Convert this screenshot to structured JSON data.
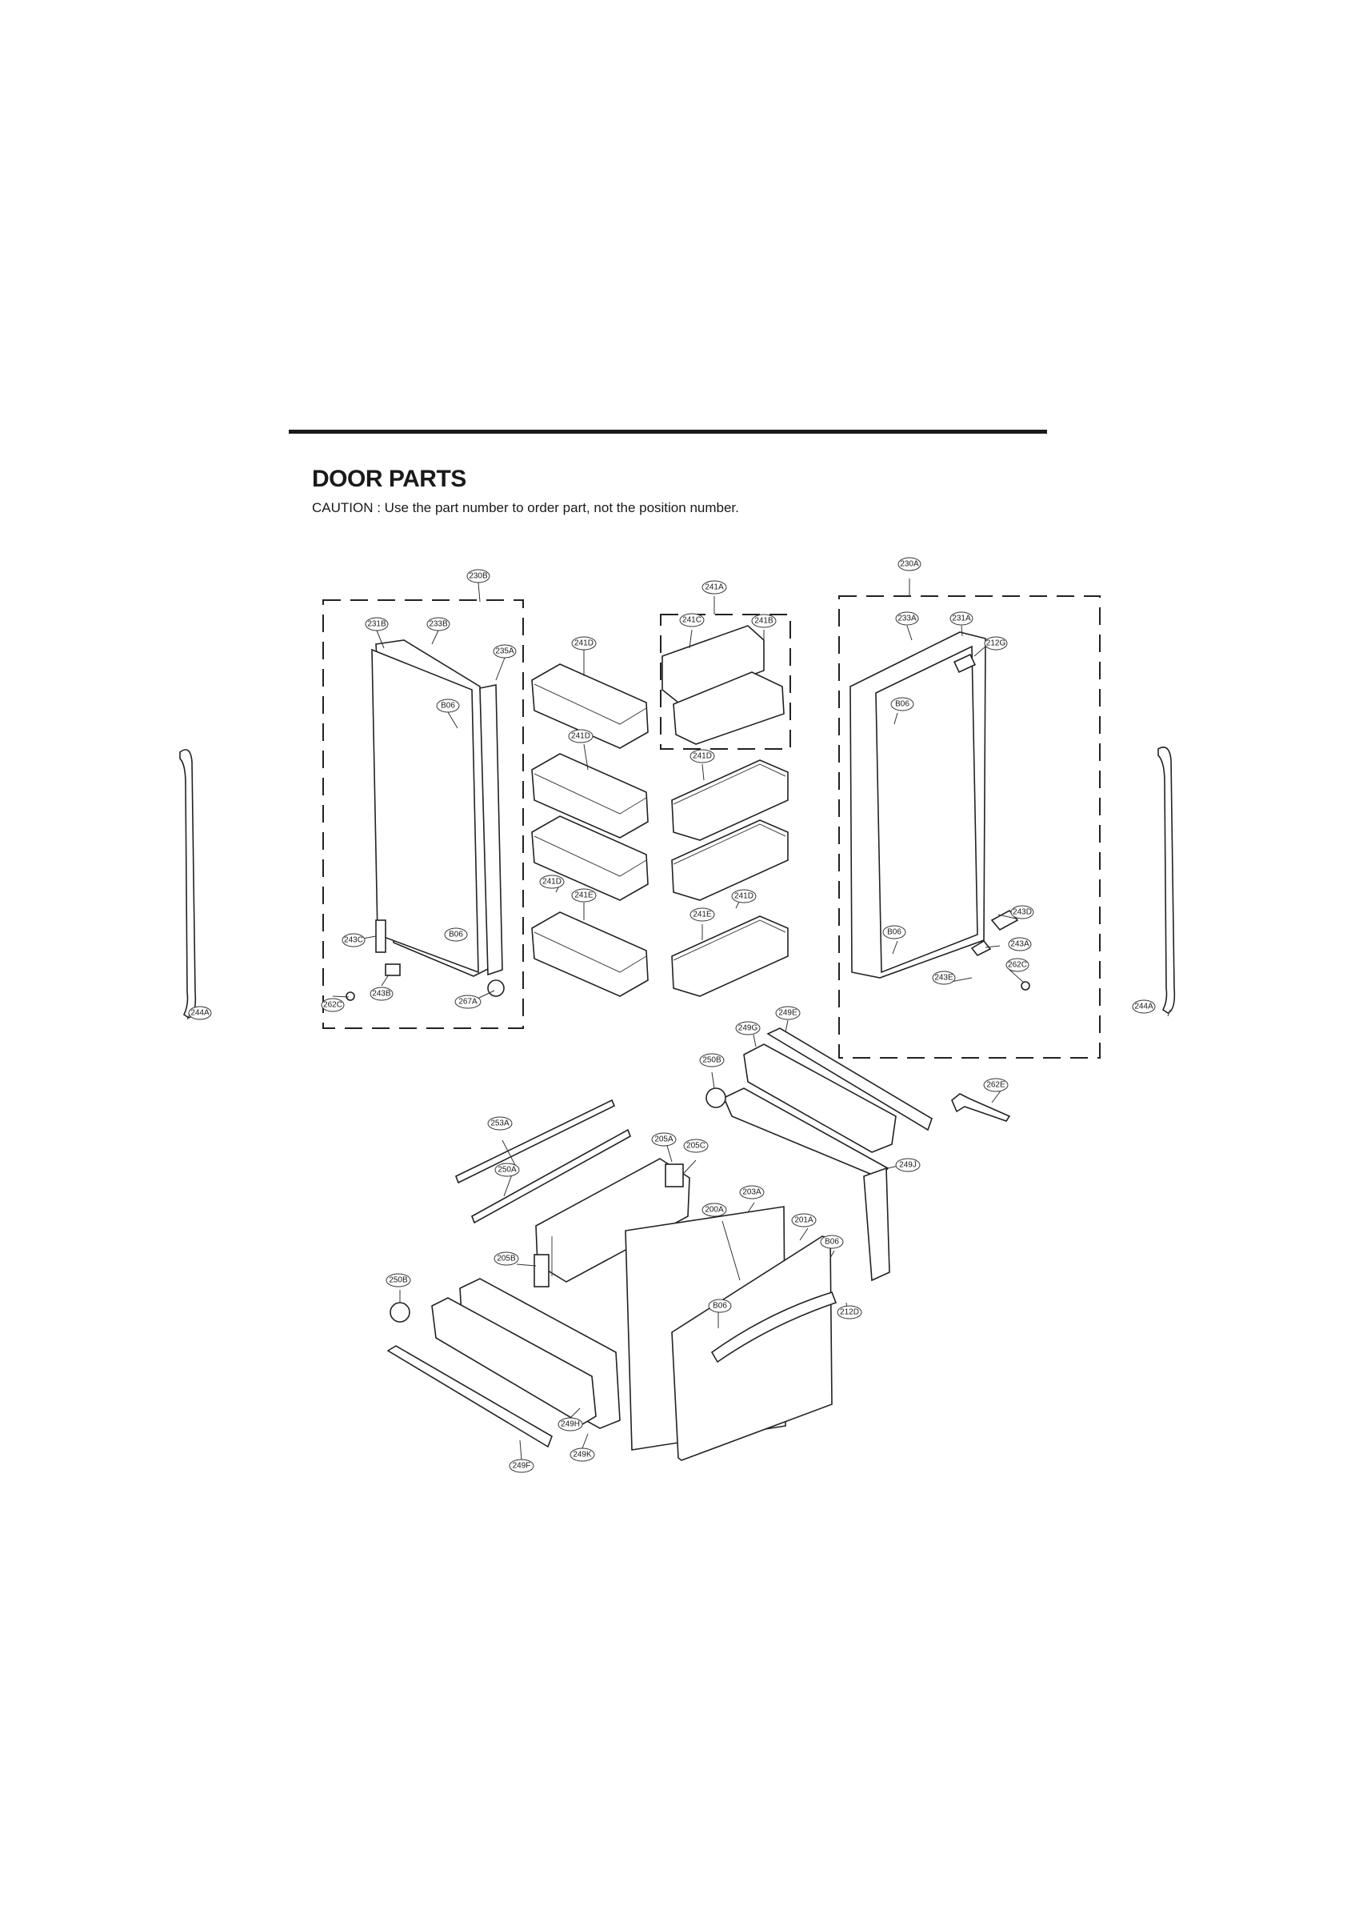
{
  "page": {
    "title": "DOOR PARTS",
    "caution": "CAUTION : Use the part number to order part, not the position number."
  },
  "callouts": {
    "c230B": "230B",
    "c231B": "233B",
    "c231B_b": "231B",
    "c235A": "235A",
    "c241A": "241A",
    "c241C": "241C",
    "c241B": "241B",
    "c241D_1": "241D",
    "c241D_2": "241D",
    "c241D_3": "241D",
    "c241D_4": "241D",
    "c241D_5": "241D",
    "c241E_1": "241E",
    "c241E_2": "241E",
    "c230A": "230A",
    "c233A": "233A",
    "c231A": "231A",
    "c212G": "212G",
    "cB06_1": "B06",
    "cB06_2": "B06",
    "cB06_3": "B06",
    "cB06_4": "B06",
    "cB06_5": "B06",
    "cB06_6": "B06",
    "c243C": "243C",
    "c243B": "243B",
    "c262C_1": "262C",
    "c267A": "267A",
    "c243D": "243D",
    "c243A": "243A",
    "c262C_2": "262C",
    "c243E": "243E",
    "c244A_1": "244A",
    "c244A_2": "244A",
    "c249E": "249E",
    "c249G": "249G",
    "c250B_1": "250B",
    "c262E": "262E",
    "c249J": "249J",
    "c253A": "253A",
    "c205A": "205A",
    "c205C": "205C",
    "c250A": "250A",
    "c203A": "203A",
    "c200A": "200A",
    "c201A": "201A",
    "c205B": "205B",
    "c250B_2": "250B",
    "c212D": "212D",
    "c249H": "249H",
    "c249K": "249K",
    "c249F": "249F"
  },
  "colors": {
    "line": "#222222",
    "background": "#ffffff"
  }
}
